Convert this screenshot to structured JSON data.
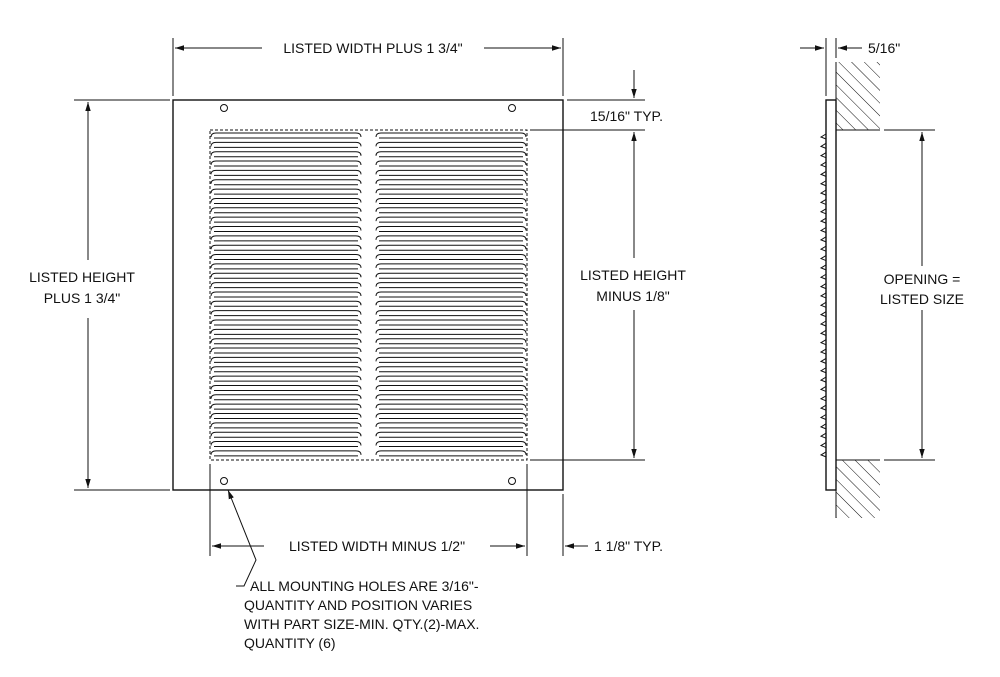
{
  "dimensions": {
    "overall_width": "LISTED WIDTH PLUS 1 3/4\"",
    "overall_height_line1": "LISTED HEIGHT",
    "overall_height_line2": "PLUS 1 3/4\"",
    "louver_height_line1": "LISTED HEIGHT",
    "louver_height_line2": "MINUS 1/8\"",
    "top_margin": "15/16\" TYP.",
    "louver_width": "LISTED WIDTH MINUS 1/2\"",
    "side_margin": "1 1/8\" TYP.",
    "frame_depth": "5/16\"",
    "opening_line1": "OPENING =",
    "opening_line2": "LISTED SIZE"
  },
  "note": {
    "line1": "ALL MOUNTING HOLES ARE 3/16\"-",
    "line2": "QUANTITY AND POSITION VARIES",
    "line3": "WITH PART SIZE-MIN. QTY.(2)-MAX.",
    "line4": "QUANTITY (6)"
  }
}
